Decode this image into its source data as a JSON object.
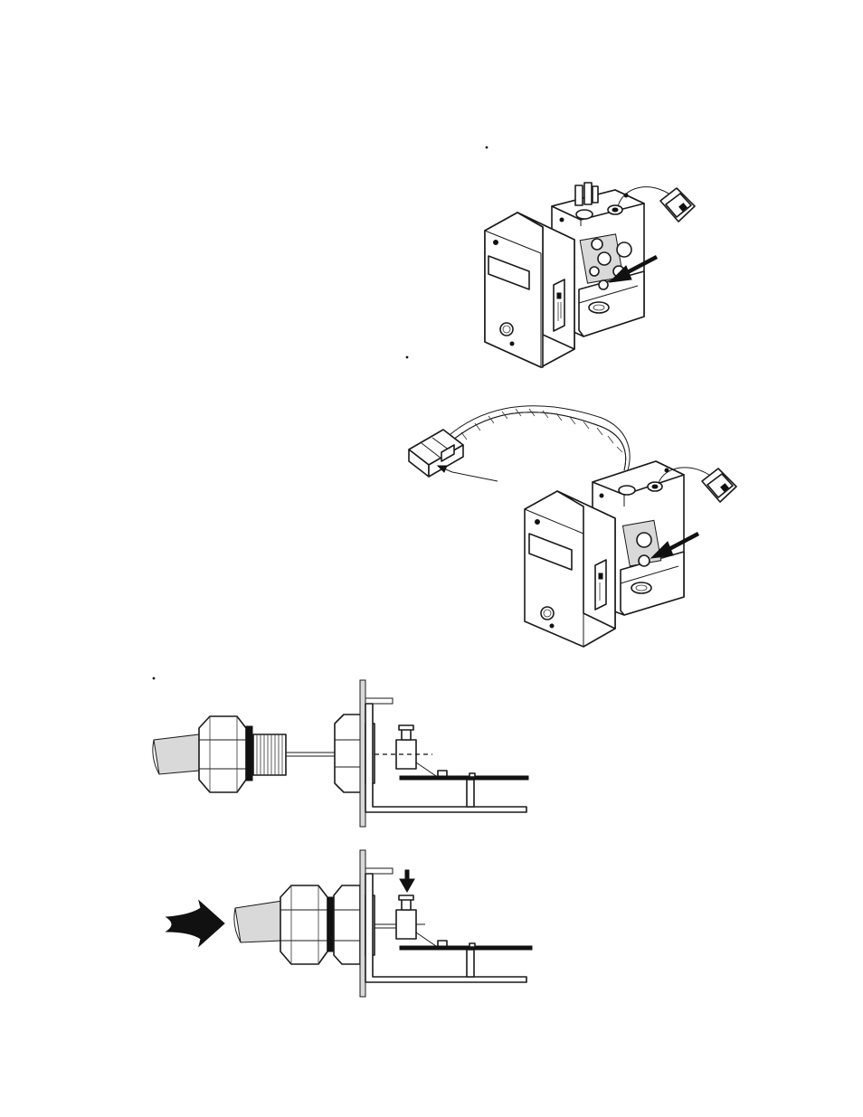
{
  "figures": [
    {
      "id": "module-open-top",
      "kind": "exploded-enclosure"
    },
    {
      "id": "module-open-with-harness",
      "kind": "exploded-enclosure-with-cable"
    },
    {
      "id": "probe-separated",
      "kind": "cross-section-before"
    },
    {
      "id": "probe-inserted",
      "kind": "cross-section-after"
    }
  ],
  "icons": [
    "pointer-arrow-icon",
    "push-arrow-icon",
    "down-arrow-icon",
    "connector-plug-icon"
  ],
  "colors": {
    "line": "#1a1a1a",
    "fill": "#ffffff",
    "shade": "#d9d9d9",
    "solid": "#111111"
  }
}
